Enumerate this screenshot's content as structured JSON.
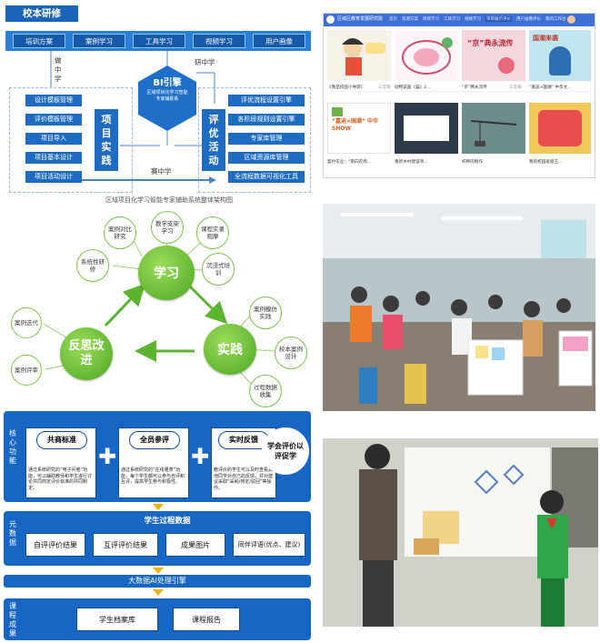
{
  "arch": {
    "title": "校本研修",
    "top_buttons": [
      "培训方案",
      "案例学习",
      "工具学习",
      "视频学习",
      "用户画像"
    ],
    "labels": {
      "zuo_zhong_xue": "做中学",
      "yan_zhong_xue": "研中学",
      "sai_zhong_xue": "赛中学"
    },
    "bi": {
      "title": "BI引擎",
      "subtitle": "区域项目化学习智能专家辅助系"
    },
    "left_buttons": [
      "设计模板管理",
      "评价模板管理",
      "项目导入",
      "项目基本设计",
      "项目活动设计"
    ],
    "left_vertical": "项目实践",
    "right_vertical": "评优活动",
    "right_buttons": [
      "评优流程设置引擎",
      "各阶段规则设置引擎",
      "专家库管理",
      "区域资源库管理",
      "全流程数据可视化工具"
    ],
    "caption": "区域项目化学习智能专家辅助系统整体架构图"
  },
  "web": {
    "site_title": "区域区教育发展研究院",
    "nav": [
      "首页",
      "资源方案",
      "项目学习",
      "工具学习",
      "视频学习",
      "项目展示评价",
      "用户画像评价",
      "我的工作台"
    ],
    "row1": [
      {
        "title": "《我是校园小导游》",
        "tag": "三年级"
      },
      {
        "title": "动物说画《猫》2…",
        "tag": ""
      },
      {
        "title": "“京”腾永流传",
        "tag": "三年级"
      },
      {
        "title": "“嘉迪×国潮” 中华文…",
        "tag": ""
      }
    ],
    "row2": [
      {
        "title": "契约农业：“南向农场…",
        "tag": ""
      },
      {
        "title": "重新乡村建设项…",
        "tag": ""
      },
      {
        "title": "杆秤的制作",
        "tag": ""
      },
      {
        "title": "我的校园班级王…",
        "tag": ""
      }
    ],
    "thumb_texts": {
      "jing": "“京”典永流传",
      "guochao": "国潮来袭",
      "show": "“嘉迪×国潮” 中华SHOW"
    }
  },
  "cycle": {
    "center": [
      "学习",
      "实践",
      "反思改进"
    ],
    "small": [
      "案例对比研究",
      "教学支架学习",
      "课程实录观摩",
      "系统性研修",
      "沉浸式培训",
      "案例模仿实践",
      "校本案例设计",
      "过程数据收集",
      "案例迭代",
      "案例评审"
    ]
  },
  "eval": {
    "core_label": "核心功能",
    "features": [
      {
        "title": "共商标准",
        "text": "通过系统研究的“电子问卷”功能，可以辅助教师和学生进行讨论共同商定评价标准的共同制定。"
      },
      {
        "title": "全员参评",
        "text": "通过系统研究的“在线量表”功能，每个学生都可以参与自评和互评，提高学生参与积极性。"
      },
      {
        "title": "实时反馈",
        "text": "教评价的学生可以及时查看其他同学对自己的反馈，并对建议采取“采纳/待定/驳回”等操作。"
      }
    ],
    "result": "学会评价以评促学",
    "meta_label": "元数据",
    "process_title": "学生过程数据",
    "process_items": [
      "自评评价结果",
      "互评评价结果",
      "成果图片",
      "同伴评语(优点、建议)"
    ],
    "engine": "大数据AI处理引擎",
    "output_label": "课程成果",
    "outputs": [
      "学生档案库",
      "课程报告"
    ]
  },
  "colors": {
    "brand_blue": "#1766c4",
    "green": "#4ca722",
    "arrow_yellow": "#f0b400"
  }
}
